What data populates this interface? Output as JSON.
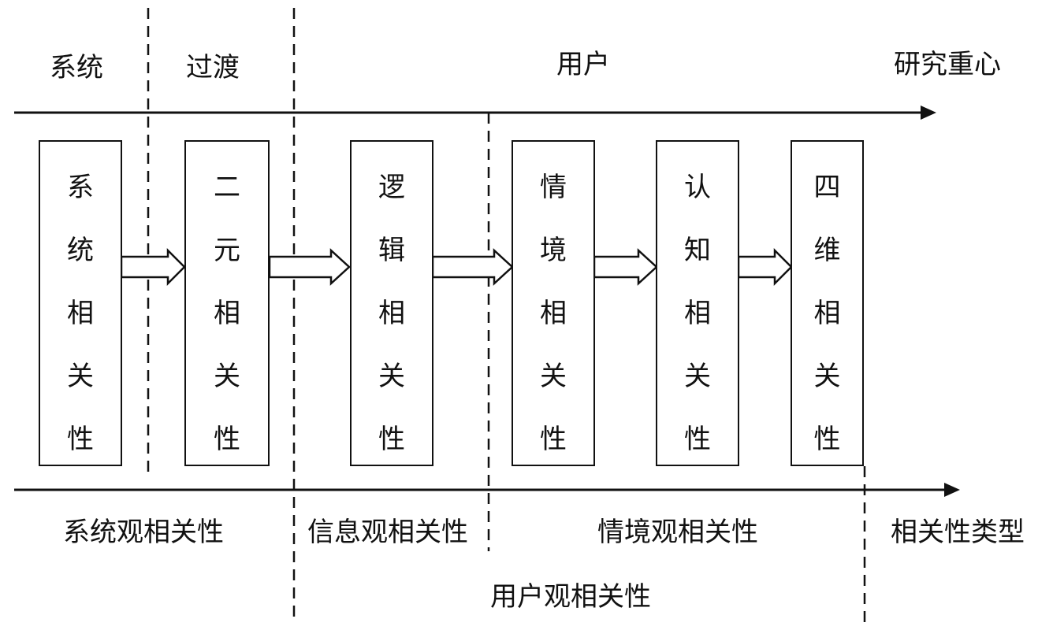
{
  "top_labels": {
    "system": "系统",
    "transition": "过渡",
    "user": "用户",
    "focus": "研究重心"
  },
  "boxes": [
    {
      "chars": [
        "系",
        "统",
        "相",
        "关",
        "性"
      ]
    },
    {
      "chars": [
        "二",
        "元",
        "相",
        "关",
        "性"
      ]
    },
    {
      "chars": [
        "逻",
        "辑",
        "相",
        "关",
        "性"
      ]
    },
    {
      "chars": [
        "情",
        "境",
        "相",
        "关",
        "性"
      ]
    },
    {
      "chars": [
        "认",
        "知",
        "相",
        "关",
        "性"
      ]
    },
    {
      "chars": [
        "四",
        "维",
        "相",
        "关",
        "性"
      ]
    }
  ],
  "bottom_labels": {
    "system_view": "系统观相关性",
    "information_view": "信息观相关性",
    "context_view": "情境观相关性",
    "type": "相关性类型",
    "user_view": "用户观相关性"
  },
  "colors": {
    "line": "#111111",
    "background": "#ffffff"
  }
}
